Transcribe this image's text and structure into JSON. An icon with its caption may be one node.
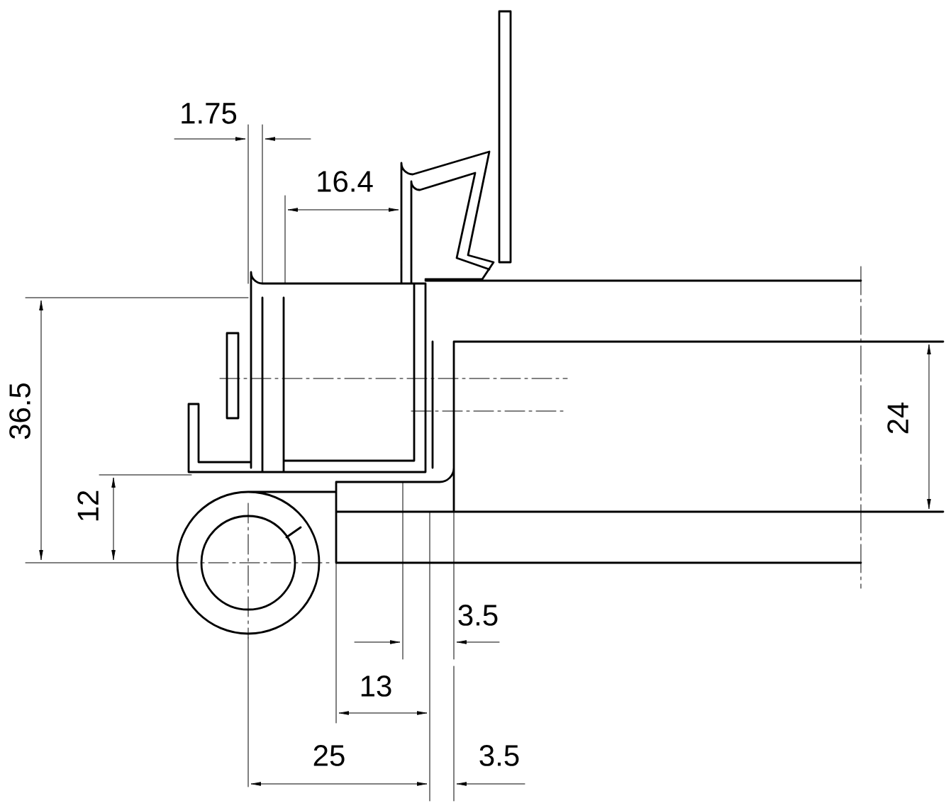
{
  "diagram": {
    "labels": [
      "1.75",
      "16.4",
      "36.5",
      "24",
      "12",
      "3.5",
      "13",
      "25",
      "3.5"
    ]
  }
}
